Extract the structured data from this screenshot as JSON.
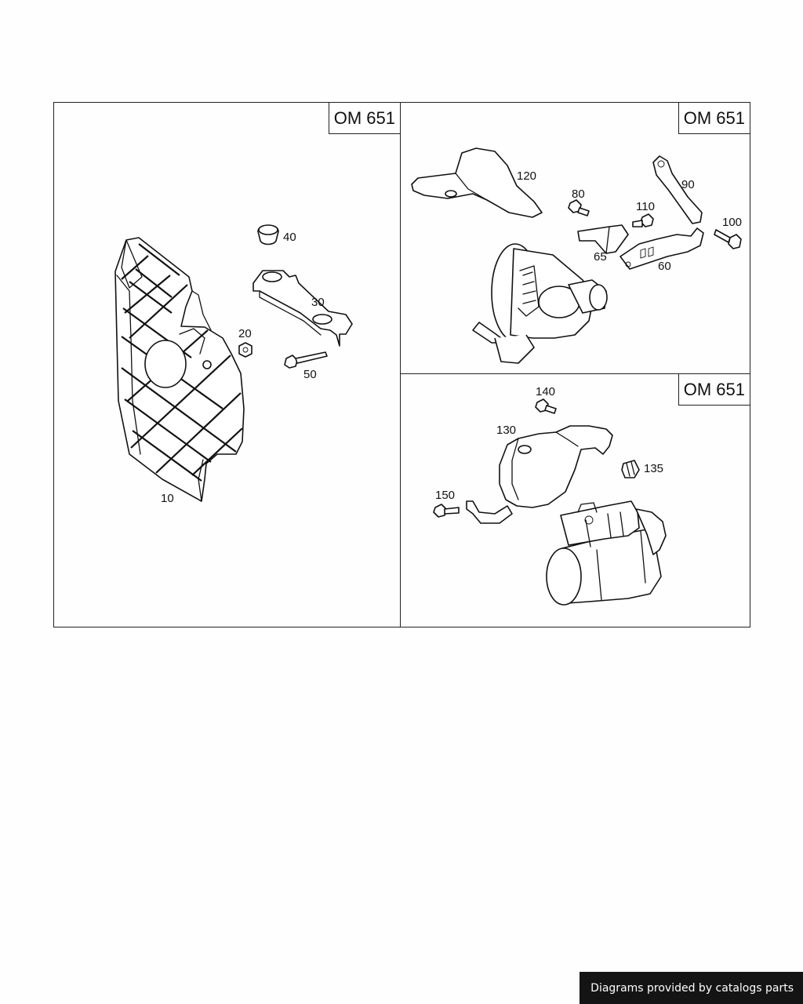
{
  "panels": {
    "left": {
      "model": "OM 651",
      "callouts": [
        "40",
        "30",
        "20",
        "50",
        "10"
      ]
    },
    "top_right": {
      "model": "OM 651",
      "callouts": [
        "120",
        "80",
        "90",
        "110",
        "100",
        "65",
        "60"
      ]
    },
    "bottom_right": {
      "model": "OM 651",
      "callouts": [
        "140",
        "130",
        "135",
        "150"
      ]
    }
  },
  "footer": {
    "credit": "Diagrams provided by catalogs parts"
  }
}
